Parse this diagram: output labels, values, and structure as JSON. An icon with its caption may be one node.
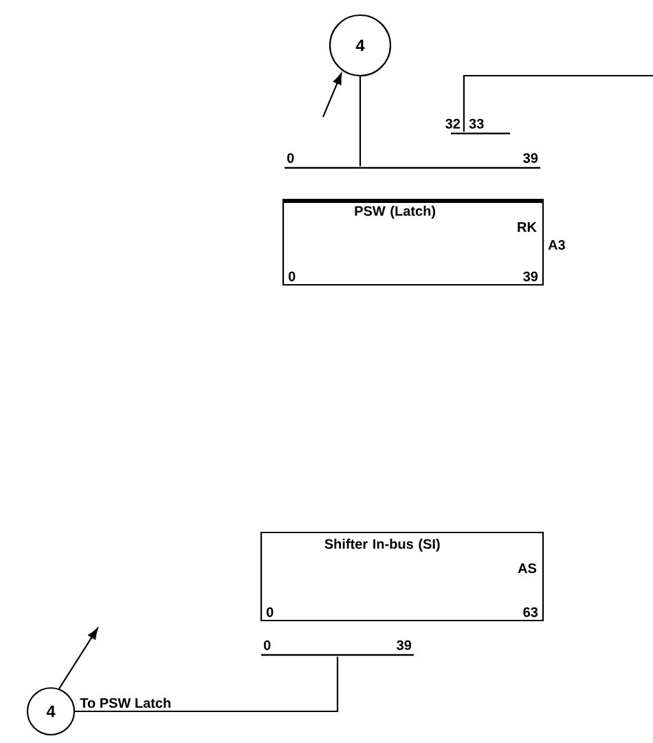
{
  "diagram": {
    "nodes": [
      {
        "text": [
          "4"
        ]
      },
      {
        "text": [
          "0",
          "39"
        ]
      },
      {
        "text": [
          "32",
          "33"
        ]
      },
      {
        "text": [
          "PSW (Latch)",
          "RK",
          "0",
          "39"
        ],
        "beside": [
          "A3"
        ]
      },
      {
        "text": [
          "Shifter In-bus (SI)",
          "AS",
          "0",
          "63"
        ]
      },
      {
        "text": [
          "0",
          "39"
        ]
      },
      {
        "text": [
          "4"
        ]
      }
    ],
    "edges": [
      {
        "from": 0,
        "to": 1,
        "arrow": "none"
      },
      {
        "from": 2,
        "to": null,
        "arrow": "none"
      },
      {
        "from": null,
        "to": 0,
        "arrow": "to"
      },
      {
        "from": 5,
        "to": 6,
        "arrow": "none",
        "label": "To PSW Latch"
      },
      {
        "from": 6,
        "to": null,
        "arrow": "to"
      }
    ]
  }
}
